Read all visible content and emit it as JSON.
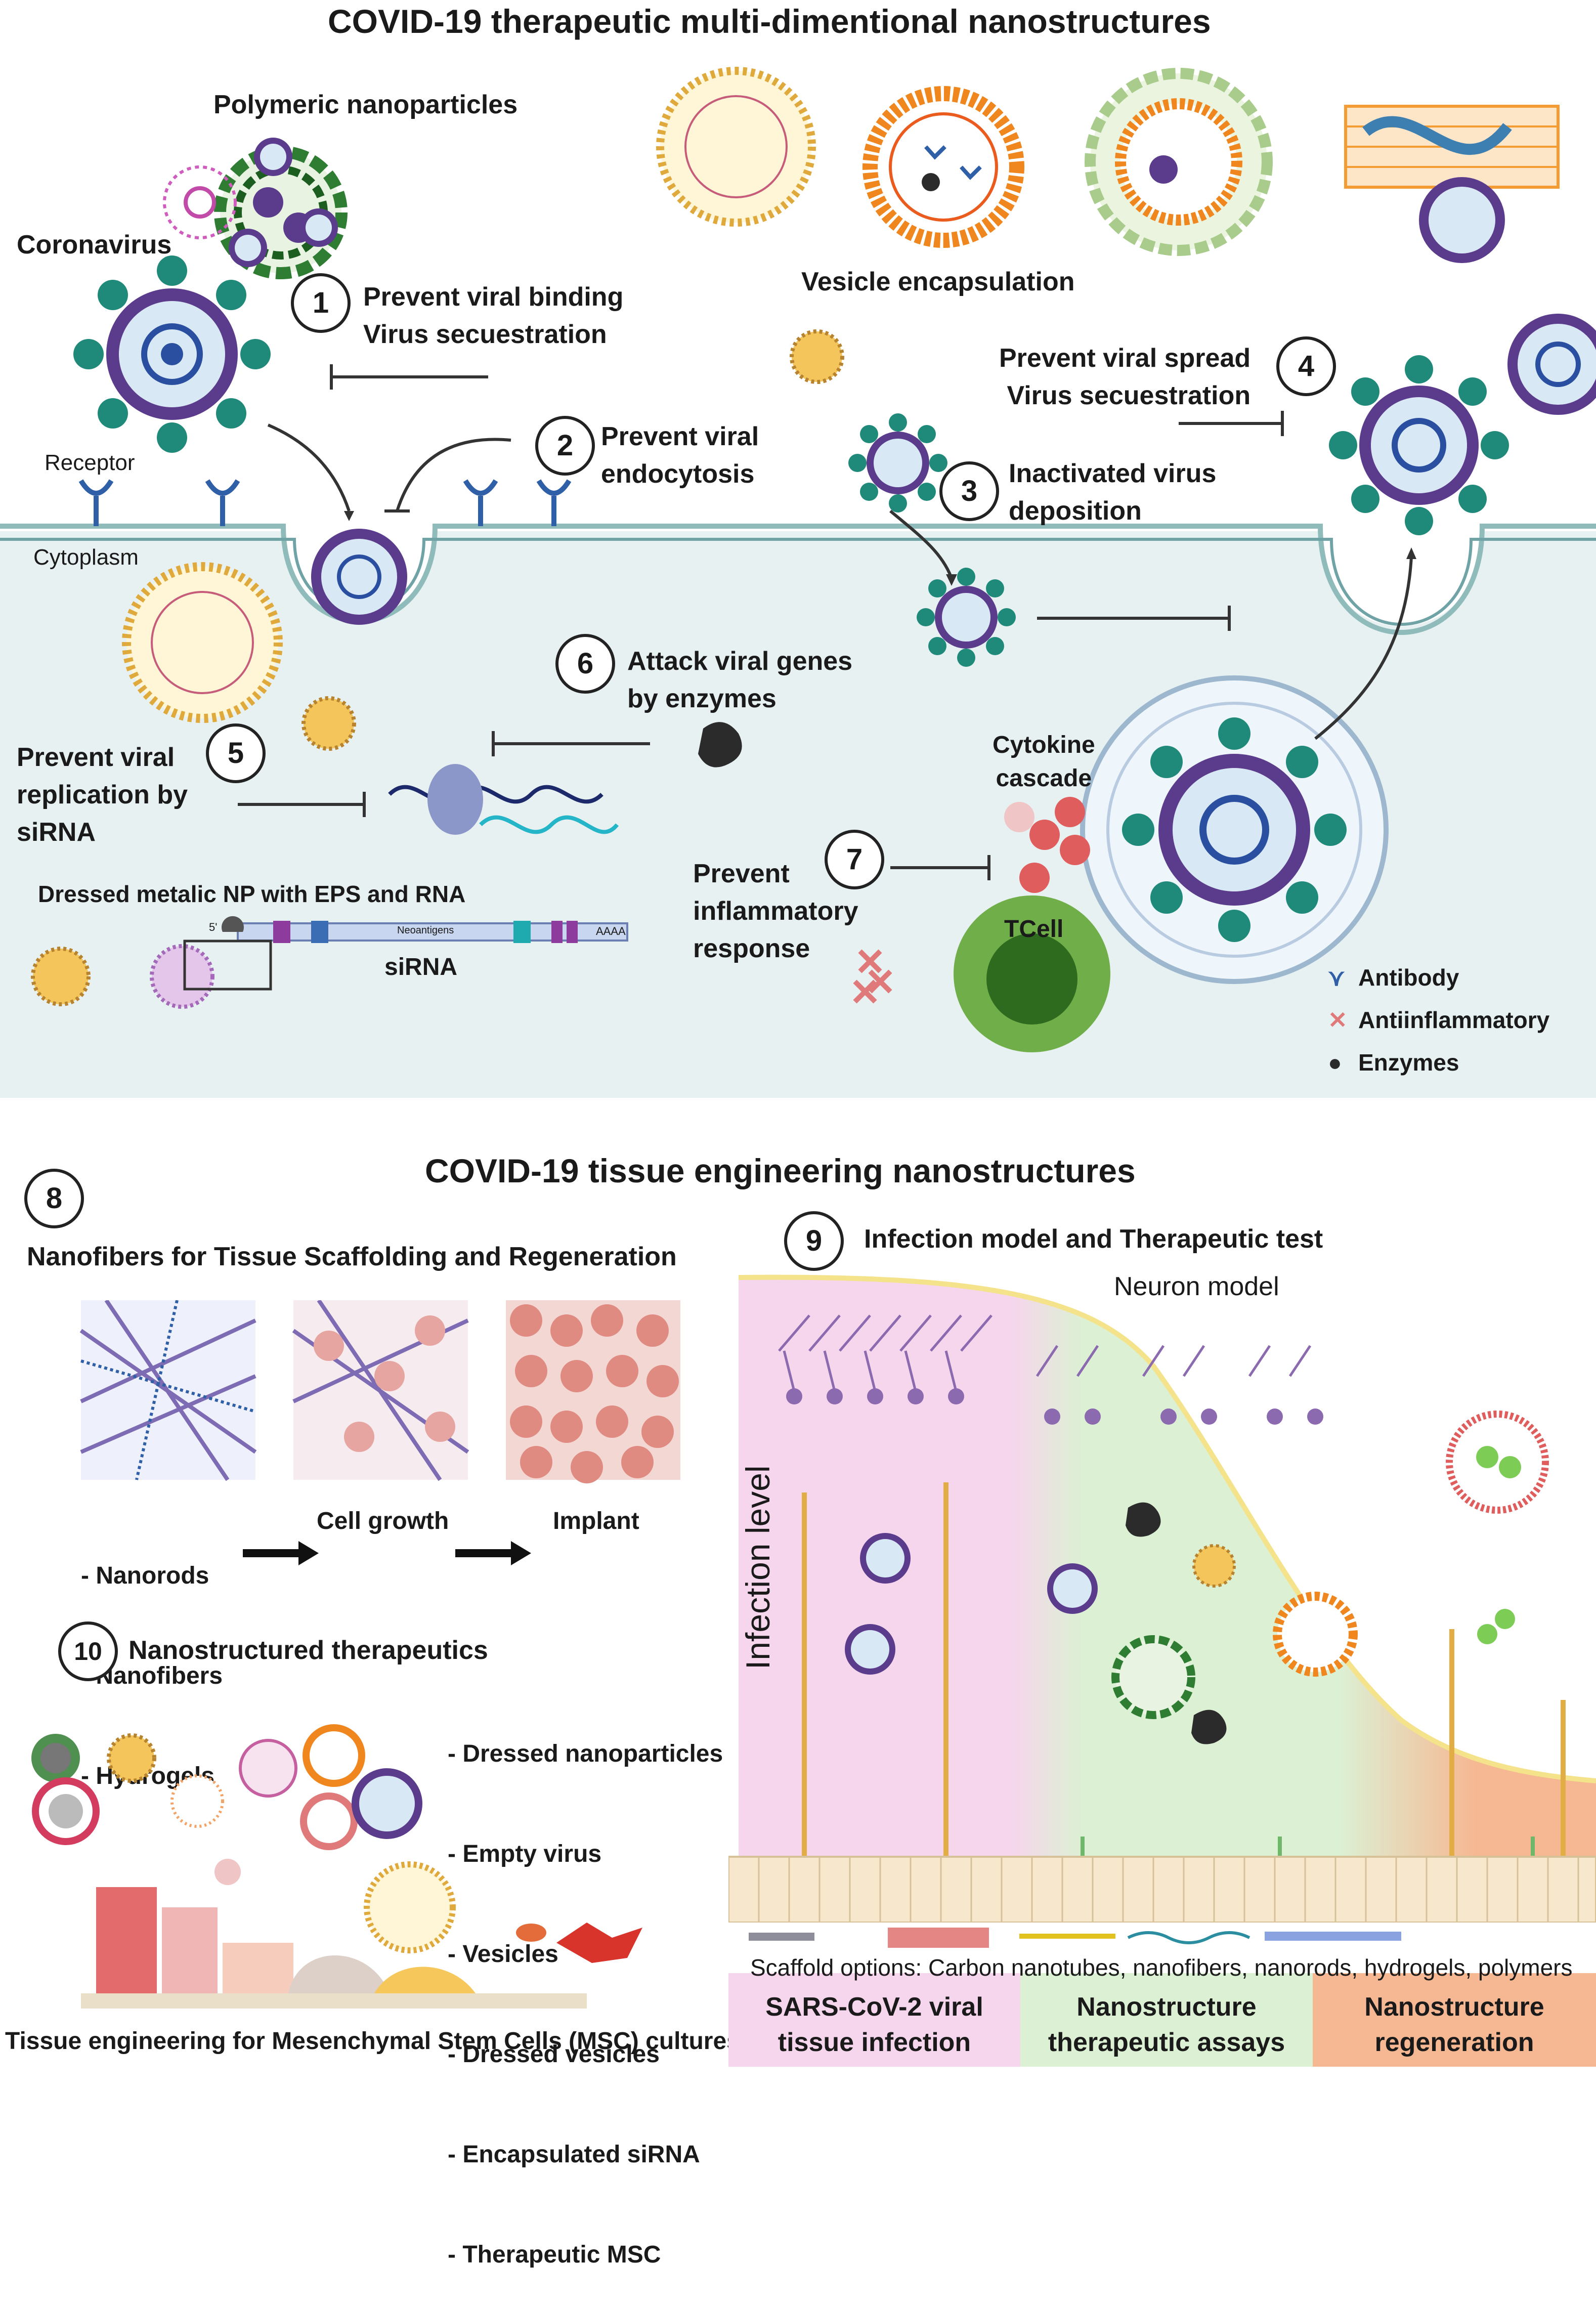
{
  "top": {
    "title": "COVID-19 therapeutic multi-dimentional nanostructures",
    "polymeric_label": "Polymeric nanoparticles",
    "coronavirus_label": "Coronavirus",
    "vesicle_label": "Vesicle encapsulation",
    "receptor_label": "Receptor",
    "cytoplasm_label": "Cytoplasm",
    "steps": [
      {
        "num": "1",
        "line1": "Prevent viral binding",
        "line2": "Virus secuestration"
      },
      {
        "num": "2",
        "line1": "Prevent viral",
        "line2": "endocytosis"
      },
      {
        "num": "3",
        "line1": "Inactivated virus",
        "line2": "deposition"
      },
      {
        "num": "4",
        "line1": "Prevent viral spread",
        "line2": "Virus secuestration"
      },
      {
        "num": "5",
        "line1": "Prevent viral",
        "line2": "replication by",
        "line3": "siRNA"
      },
      {
        "num": "6",
        "line1": "Attack viral genes",
        "line2": "by enzymes"
      },
      {
        "num": "7",
        "line1": "Prevent",
        "line2": "inflammatory",
        "line3": "response"
      }
    ],
    "cytokine_line1": "Cytokine",
    "cytokine_line2": "cascade",
    "tcell_label": "TCell",
    "dressed_np_label": "Dressed metalic  NP with EPS and RNA",
    "sirna_label": "siRNA",
    "construct_5prime": "5'",
    "construct_neoantigens": "Neoantigens",
    "construct_polya": "AAAA",
    "legend": [
      {
        "icon": "antibody-icon",
        "label": "Antibody",
        "color": "#2f5fa7"
      },
      {
        "icon": "antiinflammatory-icon",
        "label": "Antiinflammatory",
        "color": "#e07a7a"
      },
      {
        "icon": "enzyme-icon",
        "label": "Enzymes",
        "color": "#2b2b2b"
      }
    ]
  },
  "bottom": {
    "title": "COVID-19 tissue engineering nanostructures",
    "section8": {
      "num": "8",
      "title": "Nanofibers for Tissue Scaffolding and Regeneration",
      "items": [
        "- Nanorods",
        "- Nanofibers",
        "- Hydrogels"
      ],
      "stage2": "Cell growth",
      "stage3": "Implant"
    },
    "section9": {
      "num": "9",
      "title": "Infection model and Therapeutic test",
      "neuron_label": "Neuron model",
      "y_label": "Infection level",
      "scaffold_options": "Scaffold options: Carbon nanotubes, nanofibers, nanorods, hydrogels, polymers",
      "panels": [
        {
          "line1": "SARS-CoV-2 viral",
          "line2": "tissue infection",
          "color": "#f6d6ec"
        },
        {
          "line1": "Nanostructure",
          "line2": "therapeutic assays",
          "color": "#dcf0d4"
        },
        {
          "line1": "Nanostructure",
          "line2": "regeneration",
          "color": "#f6b892"
        }
      ]
    },
    "section10": {
      "num": "10",
      "title": "Nanostructured therapeutics",
      "items": [
        "- Dressed nanoparticles",
        "- Empty virus",
        "- Vesicles",
        "- Dressed vesicles",
        "- Encapsulated siRNA",
        "- Therapeutic MSC"
      ],
      "caption": "Tissue engineering for Mesenchymal Stem Cells (MSC) cultures"
    }
  },
  "colors": {
    "cytoplasm": "#e8f1f2",
    "membrane": "#8fbcbb",
    "virus_spike": "#1f8a7a",
    "virus_shell": "#5b3b8c",
    "virus_core": "#2a4fa0"
  }
}
